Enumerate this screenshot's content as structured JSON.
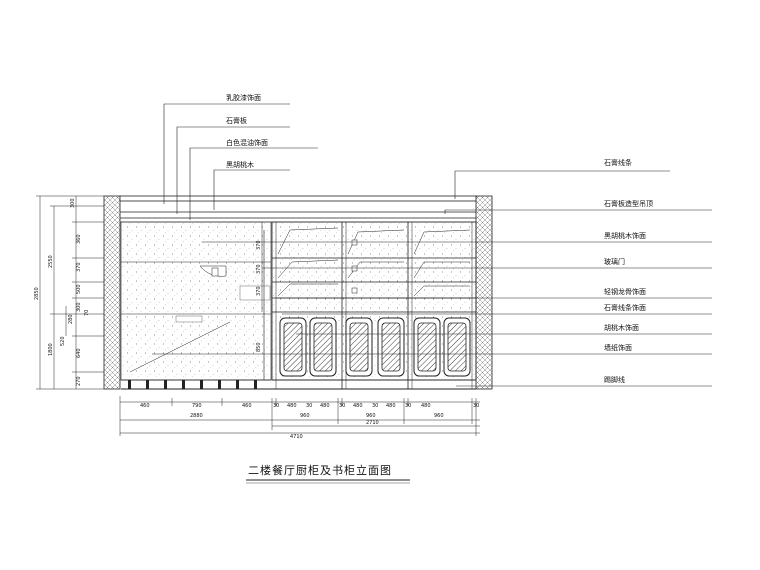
{
  "title": "二楼餐厅厨柜及书柜立面图",
  "callouts_left": [
    "乳胶漆饰面",
    "石膏板",
    "白色混油饰面",
    "黑胡桃木"
  ],
  "callouts_right": [
    "石膏线条",
    "石膏板造型吊顶",
    "黑胡桃木饰面",
    "玻璃门",
    "轻钢龙骨饰面",
    "石膏线条饰面",
    "胡桃木饰面",
    "墙纸饰面",
    "踢脚线"
  ],
  "dims_bottom_row1": [
    "460",
    "790",
    "460",
    "30",
    "480",
    "30",
    "480",
    "30",
    "480",
    "30",
    "480",
    "30",
    "480",
    "30"
  ],
  "dims_bottom_row2": [
    "2880",
    "960",
    "960",
    "960"
  ],
  "dims_bottom_row3": [
    "2710"
  ],
  "dims_bottom_row4": [
    "4710"
  ],
  "dims_left_outer": [
    "2850"
  ],
  "dims_left_mid": [
    "2550",
    "1800"
  ],
  "dims_left_inner": [
    "300",
    "360",
    "370",
    "500",
    "300",
    "520",
    "640"
  ],
  "dims_left_small": [
    "280",
    "70",
    "270"
  ],
  "dims_inner_vertical": [
    "370",
    "370",
    "370",
    "850"
  ]
}
